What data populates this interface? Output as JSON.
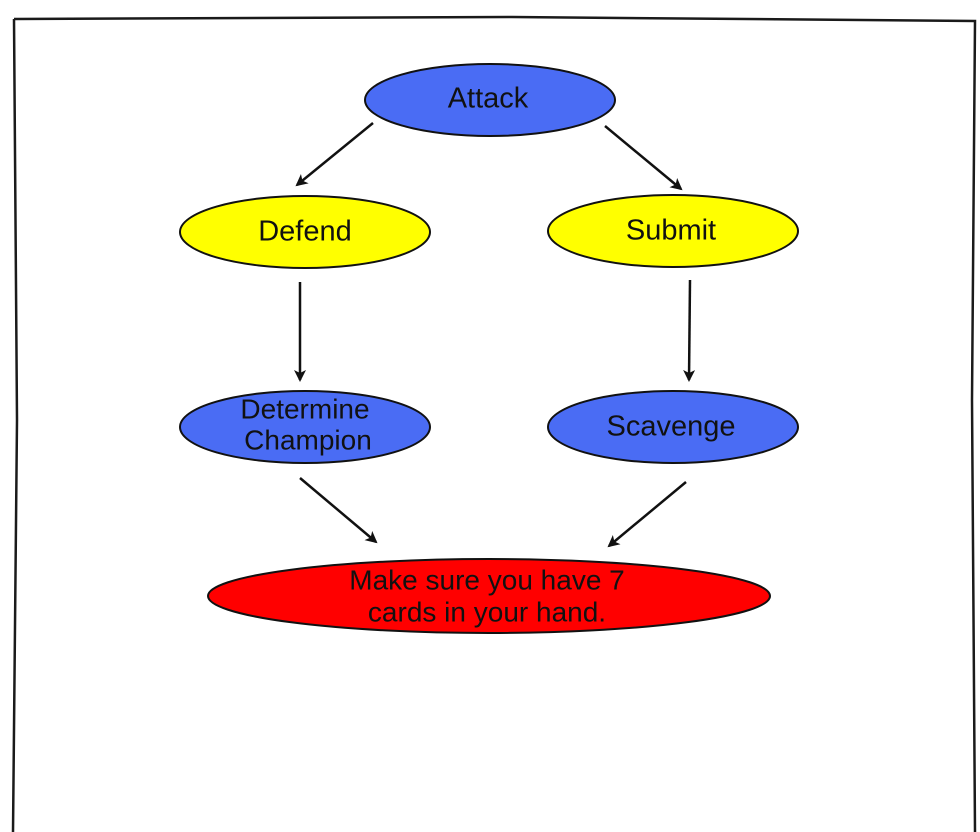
{
  "colors": {
    "blue": "#4a6cf4",
    "yellow": "#ffff00",
    "red": "#ff0000",
    "stroke": "#111111",
    "background": "#ffffff"
  },
  "nodes": {
    "attack": {
      "label": "Attack"
    },
    "defend": {
      "label": "Defend"
    },
    "submit": {
      "label": "Submit"
    },
    "determine_champion": {
      "lines": [
        "Determine",
        "Champion"
      ]
    },
    "scavenge": {
      "label": "Scavenge"
    },
    "hand_check": {
      "lines": [
        "Make sure you have 7",
        "cards in your hand."
      ]
    }
  },
  "edges": [
    {
      "from": "attack",
      "to": "defend"
    },
    {
      "from": "attack",
      "to": "submit"
    },
    {
      "from": "defend",
      "to": "determine_champion"
    },
    {
      "from": "submit",
      "to": "scavenge"
    },
    {
      "from": "determine_champion",
      "to": "hand_check"
    },
    {
      "from": "scavenge",
      "to": "hand_check"
    }
  ]
}
